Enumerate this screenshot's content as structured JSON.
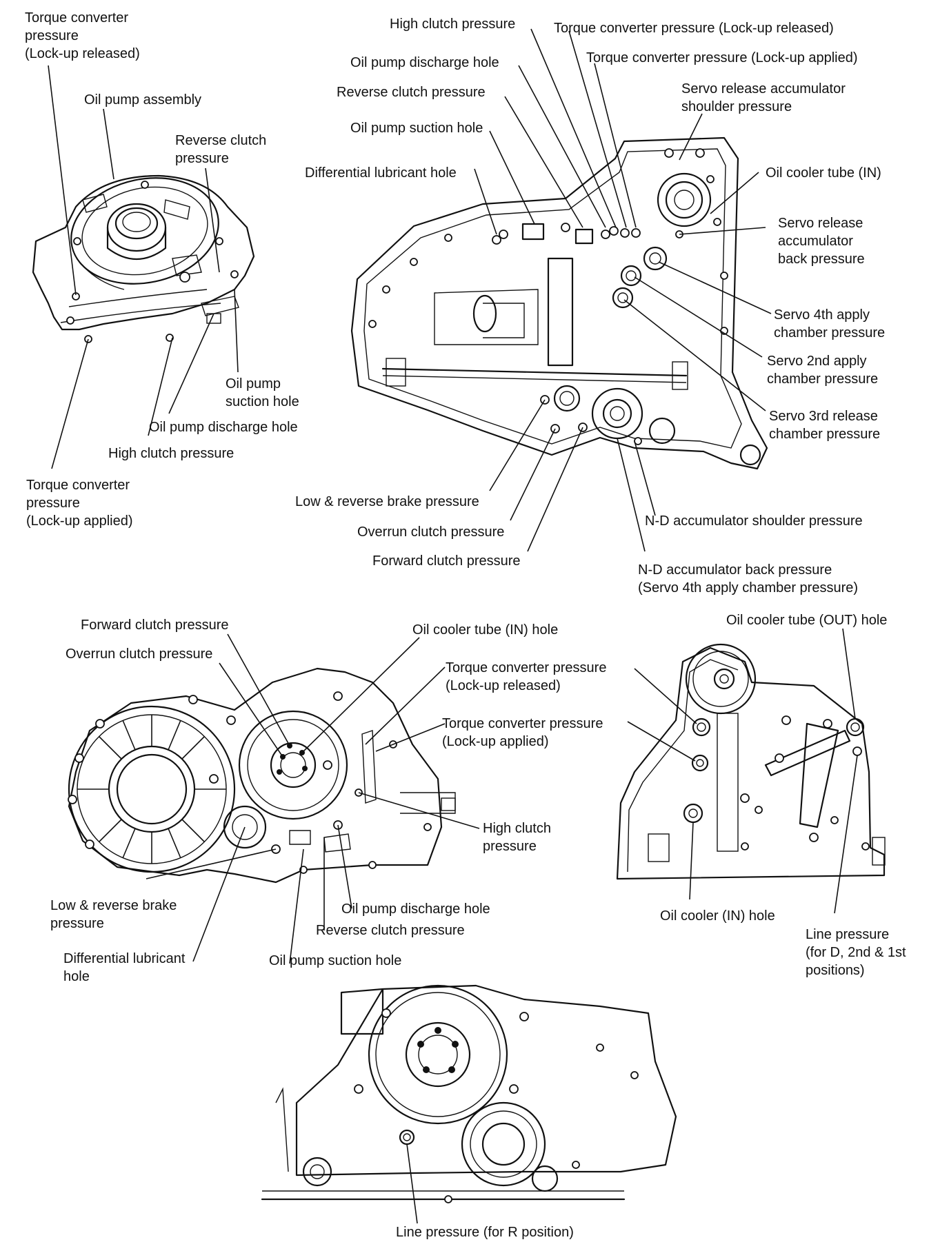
{
  "colors": {
    "ink": "#111111",
    "paper": "#ffffff"
  },
  "oil_pump": {
    "labels": [
      [
        "Torque converter",
        "pressure",
        "(Lock-up released)"
      ],
      [
        "Oil pump assembly"
      ],
      [
        "Reverse clutch",
        "pressure"
      ],
      [
        "Oil pump",
        "suction hole"
      ],
      [
        "Oil pump discharge hole"
      ],
      [
        "High clutch pressure"
      ],
      [
        "Torque converter",
        "pressure",
        "(Lock-up applied)"
      ]
    ]
  },
  "case_side": {
    "labels": [
      [
        "High clutch pressure"
      ],
      [
        "Torque converter pressure (Lock-up released)"
      ],
      [
        "Oil pump discharge hole"
      ],
      [
        "Torque converter pressure (Lock-up applied)"
      ],
      [
        "Reverse clutch pressure"
      ],
      [
        "Servo release accumulator",
        "shoulder pressure"
      ],
      [
        "Oil pump suction hole"
      ],
      [
        "Differential lubricant hole"
      ],
      [
        "Oil cooler tube (IN)"
      ],
      [
        "Servo release",
        "accumulator",
        "back pressure"
      ],
      [
        "Servo 4th apply",
        "chamber pressure"
      ],
      [
        "Servo 2nd apply",
        "chamber pressure"
      ],
      [
        "Servo 3rd release",
        "chamber pressure"
      ],
      [
        "Low & reverse brake pressure"
      ],
      [
        "N-D accumulator shoulder pressure"
      ],
      [
        "Overrun clutch pressure"
      ],
      [
        "Forward clutch pressure"
      ],
      [
        "N-D accumulator back pressure",
        "(Servo 4th apply chamber pressure)"
      ]
    ]
  },
  "converter_housing": {
    "labels": [
      [
        "Forward clutch pressure"
      ],
      [
        "Oil cooler tube (IN) hole"
      ],
      [
        "Overrun clutch pressure"
      ],
      [
        "Torque converter pressure",
        "(Lock-up released)"
      ],
      [
        "Torque converter pressure",
        "(Lock-up applied)"
      ],
      [
        "High clutch",
        "pressure"
      ],
      [
        "Low & reverse brake",
        "pressure"
      ],
      [
        "Oil pump discharge hole"
      ],
      [
        "Reverse clutch pressure"
      ],
      [
        "Differential lubricant",
        "hole"
      ],
      [
        "Oil pump suction hole"
      ]
    ]
  },
  "case_front": {
    "labels": [
      [
        "Oil cooler tube (OUT) hole"
      ],
      [
        "Oil cooler (IN) hole"
      ],
      [
        "Line pressure",
        "(for D, 2nd & 1st",
        "positions)"
      ]
    ]
  },
  "case_bottom": {
    "labels": [
      [
        "Line pressure (for R position)"
      ]
    ]
  }
}
